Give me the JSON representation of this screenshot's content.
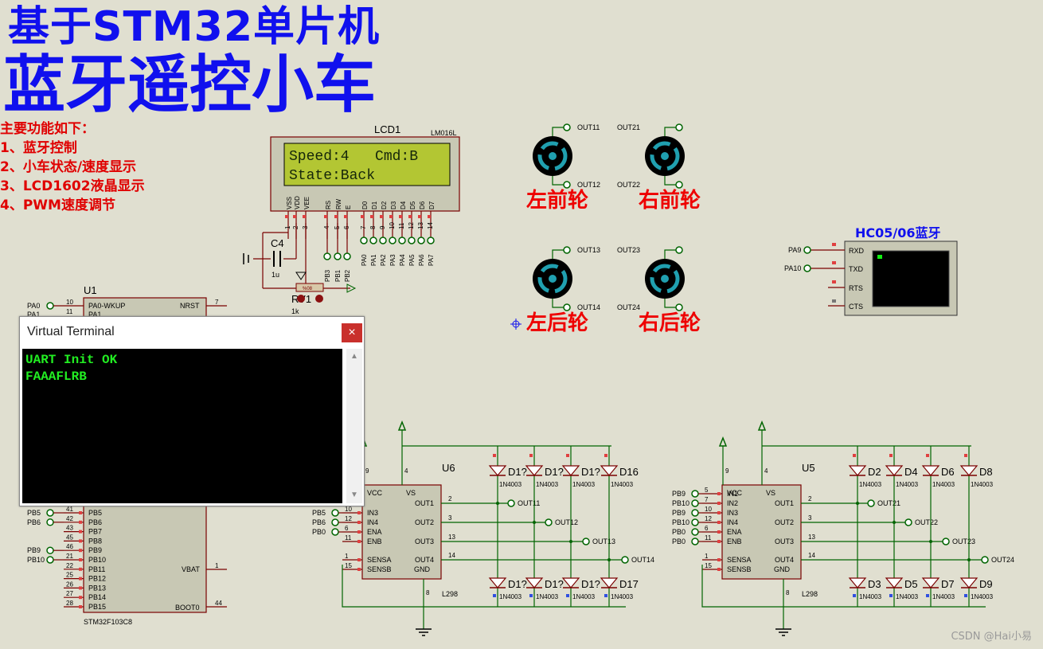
{
  "title_line1": "基于STM32单片机",
  "title_line2": "蓝牙遥控小车",
  "features": {
    "header": "主要功能如下：",
    "items": [
      "1、蓝牙控制",
      "2、小车状态/速度显示",
      "3、LCD1602液晶显示",
      "4、PWM速度调节"
    ]
  },
  "lcd": {
    "ref": "LCD1",
    "model": "LM016L",
    "line1": "Speed:4   Cmd:B",
    "line2": "State:Back",
    "pins": [
      "VSS",
      "VDD",
      "VEE",
      "RS",
      "RW",
      "E",
      "D0",
      "D1",
      "D2",
      "D3",
      "D4",
      "D5",
      "D6",
      "D7"
    ],
    "pin_numbers": [
      "1",
      "2",
      "3",
      "4",
      "5",
      "6",
      "7",
      "8",
      "9",
      "10",
      "11",
      "12",
      "13",
      "14"
    ],
    "bottom_nets": [
      "PB3",
      "PB1",
      "PB2",
      "PA0",
      "PA1",
      "PA2",
      "PA3",
      "PA4",
      "PA5",
      "PA6",
      "PA7"
    ]
  },
  "cap": {
    "ref": "C4",
    "value": "1u"
  },
  "pot": {
    "ref": "RV1",
    "value": "1k",
    "pct": "%08"
  },
  "motors": [
    {
      "label": "左前轮",
      "top": "OUT11",
      "bottom": "OUT12"
    },
    {
      "label": "右前轮",
      "top": "OUT21",
      "bottom": "OUT22"
    },
    {
      "label": "左后轮",
      "top": "OUT13",
      "bottom": "OUT14"
    },
    {
      "label": "右后轮",
      "top": "OUT23",
      "bottom": "OUT24"
    }
  ],
  "bt": {
    "title": "HC05/06蓝牙",
    "pins": [
      "RXD",
      "TXD",
      "RTS",
      "CTS"
    ],
    "nets": [
      "PA9",
      "PA10"
    ]
  },
  "mcu": {
    "ref": "U1",
    "model": "STM32F103C8",
    "top_pins": [
      {
        "net": "PA0",
        "num": "10",
        "name": "PA0-WKUP"
      },
      {
        "net": "PA1",
        "num": "11",
        "name": "PA1"
      }
    ],
    "nrst": {
      "name": "NRST",
      "num": "7"
    },
    "pins": [
      {
        "net": "PB5",
        "num": "41",
        "name": "PB5"
      },
      {
        "net": "PB6",
        "num": "42",
        "name": "PB6"
      },
      {
        "net": "",
        "num": "43",
        "name": "PB7"
      },
      {
        "net": "",
        "num": "45",
        "name": "PB8"
      },
      {
        "net": "PB9",
        "num": "46",
        "name": "PB9"
      },
      {
        "net": "PB10",
        "num": "21",
        "name": "PB10"
      },
      {
        "net": "",
        "num": "22",
        "name": "PB11"
      },
      {
        "net": "",
        "num": "25",
        "name": "PB12"
      },
      {
        "net": "",
        "num": "26",
        "name": "PB13"
      },
      {
        "net": "",
        "num": "27",
        "name": "PB14"
      },
      {
        "net": "",
        "num": "28",
        "name": "PB15"
      }
    ],
    "vbat": {
      "name": "VBAT",
      "num": "1"
    },
    "boot0": {
      "name": "BOOT0",
      "num": "44"
    }
  },
  "terminal": {
    "title": "Virtual Terminal",
    "close": "×",
    "lines": "UART Init OK\nFAAAFLRB"
  },
  "u6": {
    "ref": "U6",
    "model": "L298",
    "left_pins": [
      {
        "net": "PB5",
        "num": "10",
        "name": "IN3"
      },
      {
        "net": "PB6",
        "num": "12",
        "name": "IN4"
      },
      {
        "net": "PB0",
        "num": "6",
        "name": "ENA"
      },
      {
        "net": "",
        "num": "11",
        "name": "ENB"
      },
      {
        "net": "",
        "num": "1",
        "name": "SENSA"
      },
      {
        "net": "",
        "num": "15",
        "name": "SENSB"
      }
    ],
    "top_pins": [
      {
        "num": "9",
        "name": "VCC"
      },
      {
        "num": "4",
        "name": "VS"
      }
    ],
    "out_pins": [
      {
        "num": "2",
        "name": "OUT1",
        "net": "OUT11"
      },
      {
        "num": "3",
        "name": "OUT2",
        "net": "OUT12"
      },
      {
        "num": "13",
        "name": "OUT3",
        "net": "OUT13"
      },
      {
        "num": "14",
        "name": "OUT4",
        "net": "OUT14"
      }
    ],
    "gnd": {
      "num": "8",
      "name": "GND"
    },
    "diodes_top": [
      "D1?",
      "D1?",
      "D1?",
      "D16"
    ],
    "diodes_bottom": [
      "D1?",
      "D1?",
      "D1?",
      "D17"
    ],
    "diode_model": "1N4003"
  },
  "u5": {
    "ref": "U5",
    "model": "L298",
    "left_pins": [
      {
        "net": "PB9",
        "num": "5",
        "name": "IN1"
      },
      {
        "net": "PB10",
        "num": "7",
        "name": "IN2"
      },
      {
        "net": "PB9",
        "num": "10",
        "name": "IN3"
      },
      {
        "net": "PB10",
        "num": "12",
        "name": "IN4"
      },
      {
        "net": "PB0",
        "num": "6",
        "name": "ENA"
      },
      {
        "net": "PB0",
        "num": "11",
        "name": "ENB"
      },
      {
        "net": "",
        "num": "1",
        "name": "SENSA"
      },
      {
        "net": "",
        "num": "15",
        "name": "SENSB"
      }
    ],
    "top_pins": [
      {
        "num": "9",
        "name": "VCC"
      },
      {
        "num": "4",
        "name": "VS"
      }
    ],
    "out_pins": [
      {
        "num": "2",
        "name": "OUT1",
        "net": "OUT21"
      },
      {
        "num": "3",
        "name": "OUT2",
        "net": "OUT22"
      },
      {
        "num": "13",
        "name": "OUT3",
        "net": "OUT23"
      },
      {
        "num": "14",
        "name": "OUT4",
        "net": "OUT24"
      }
    ],
    "gnd": {
      "num": "8",
      "name": "GND"
    },
    "diodes_top": [
      "D2",
      "D4",
      "D6",
      "D8"
    ],
    "diodes_bottom": [
      "D3",
      "D5",
      "D7",
      "D9"
    ],
    "diode_model": "1N4003"
  },
  "watermark": "CSDN @Hai小易",
  "colors": {
    "title": "#1010ee",
    "feature": "#e00000",
    "lcd_bg": "#b3c633",
    "wire": "#006400",
    "terminal_text": "#22ee22"
  }
}
